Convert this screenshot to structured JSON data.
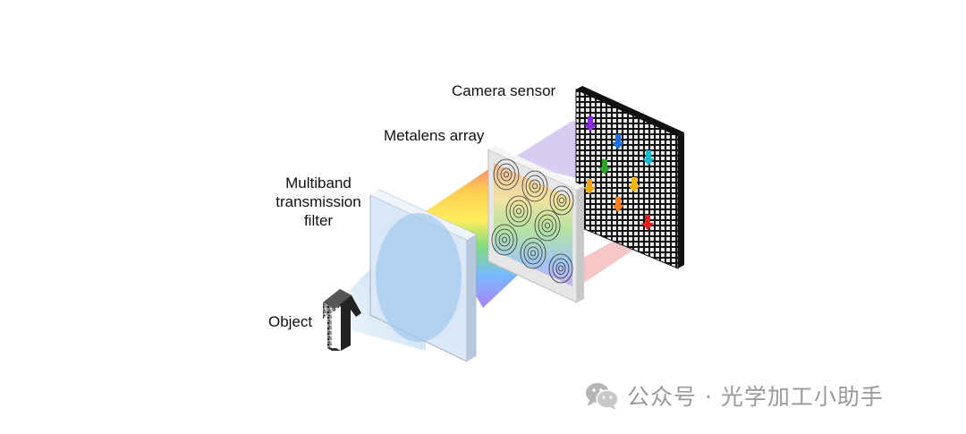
{
  "labels": {
    "camera_sensor": "Camera sensor",
    "metalens_array": "Metalens array",
    "filter_line1": "Multiband",
    "filter_line2": "transmission",
    "filter_line3": "filter",
    "object": "Object"
  },
  "watermark": {
    "text": "公众号 · 光学加工小助手",
    "icon": "wechat-icon"
  },
  "colors": {
    "filter": "#cfe0f5",
    "light_cone": "#a9cdee",
    "sensor_frame": "#111111",
    "lens_plate": "#e6e6e6",
    "arrow_colors": [
      "#8a2be2",
      "#1e6fd9",
      "#19b5d1",
      "#2aa52a",
      "#f0a500",
      "#ff7f1a",
      "#e61e1e"
    ]
  }
}
